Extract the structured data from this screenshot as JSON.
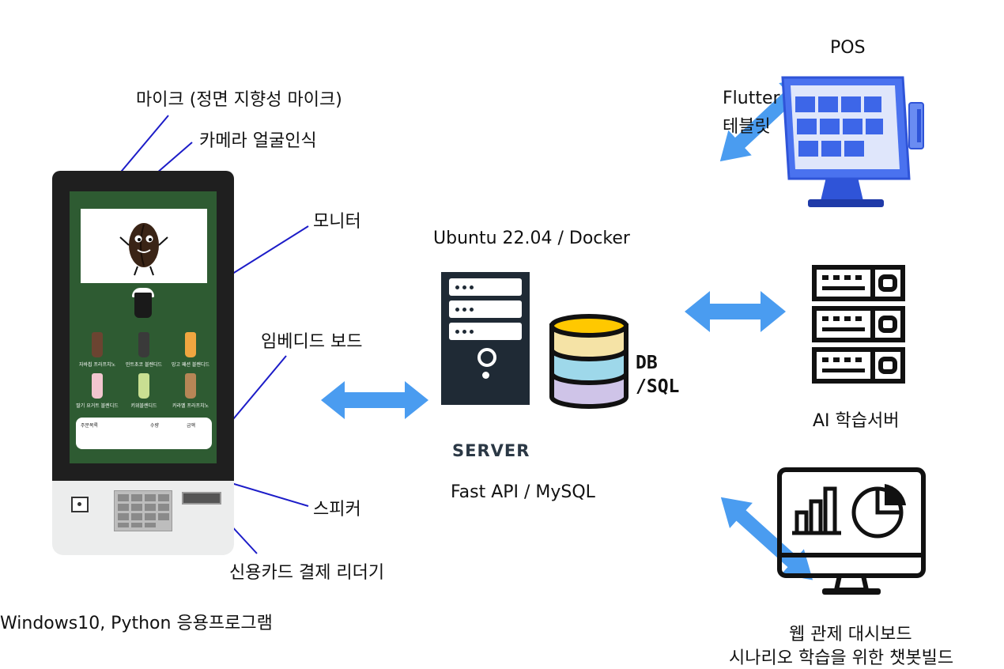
{
  "kiosk": {
    "mic_label": "마이크 (정면 지향성 마이크)",
    "camera_label": "카메라 얼굴인식",
    "monitor_label": "모니터",
    "board_label": "임베디드 보드",
    "speaker_label": "스피커",
    "card_reader_label": "신용카드 결제 리더기",
    "platform_label": "Windows10, Python 응용프로그램",
    "screen": {
      "drinks": [
        "자바칩 프라프치노",
        "민트초코 블렌디드",
        "망고 패션 블렌디드",
        "딸기 요거트 블렌디드",
        "키위블렌디드",
        "카라멜 프라프치노"
      ],
      "order_headers": [
        "주문목록",
        "수량",
        "금액"
      ]
    }
  },
  "server": {
    "os_label": "Ubuntu 22.04 / Docker",
    "title": "SERVER",
    "stack_label": "Fast API / MySQL",
    "db_label_line1": "DB",
    "db_label_line2": "/SQL",
    "colors": {
      "server_body": "#1f2a35",
      "db_top": "#ffc800",
      "db_mid1": "#f5e3a6",
      "db_mid2": "#9ed8ea",
      "db_bottom": "#cfc4e8"
    }
  },
  "pos": {
    "title": "POS",
    "tech_line1": "Flutter",
    "tech_line2": "테블릿"
  },
  "ai": {
    "label": "AI 학습서버"
  },
  "dashboard": {
    "line1": "웹 관제 대시보드",
    "line2": "시나리오 학습을 위한 챗봇빌드"
  },
  "colors": {
    "arrow": "#4a9cf0",
    "pointer_line": "#1c1cc8",
    "kiosk_screen": "#2e5b32"
  }
}
